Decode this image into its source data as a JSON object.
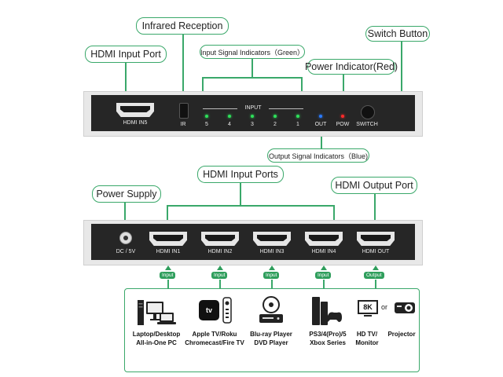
{
  "top_device": {
    "callouts": {
      "hdmi_input_port": "HDMI Input Port",
      "infrared_reception": "Infrared Reception",
      "input_signal_indicators": "Input Signal Indicators（Green）",
      "power_indicator": "Power Indicator(Red)",
      "switch_button": "Switch Button",
      "output_signal_indicators": "Output Signal Indicators（Blue)"
    },
    "port_label": "HDMI IN5",
    "ir_label": "IR",
    "input_title": "INPUT",
    "input_numbers": [
      "5",
      "4",
      "3",
      "2",
      "1"
    ],
    "out_label": "OUT",
    "pow_label": "POW",
    "switch_label": "SWITCH",
    "colors": {
      "green_led": "#2ee05a",
      "blue_led": "#2a7bff",
      "red_led": "#ff2a2a"
    }
  },
  "bottom_device": {
    "callouts": {
      "power_supply": "Power Supply",
      "hdmi_input_ports": "HDMI Input Ports",
      "hdmi_output_port": "HDMI Output Port"
    },
    "dc_label": "DC / 5V",
    "ports": [
      "HDMI IN1",
      "HDMI IN2",
      "HDMI IN3",
      "HDMI IN4",
      "HDMI OUT"
    ],
    "tags": [
      "Input",
      "Input",
      "Input",
      "Input",
      "Output"
    ]
  },
  "sources": {
    "items": [
      {
        "line1": "Laptop/Desktop",
        "line2": "All-in-One PC",
        "icon": "computer-icon"
      },
      {
        "line1": "Apple TV/Roku",
        "line2": "Chromecast/Fire TV",
        "icon": "apple-tv-icon",
        "badge": "tv"
      },
      {
        "line1": "Blu-ray Player",
        "line2": "DVD Player",
        "icon": "disc-player-icon"
      },
      {
        "line1": "PS3/4(Pro)/5",
        "line2": "Xbox Series",
        "icon": "game-console-icon"
      },
      {
        "line1": "HD TV/",
        "line2": "Monitor",
        "icon": "tv-8k-icon",
        "badge": "8K"
      },
      {
        "line1": "Projector",
        "line2": "",
        "icon": "projector-icon"
      }
    ],
    "or_text": "or"
  }
}
